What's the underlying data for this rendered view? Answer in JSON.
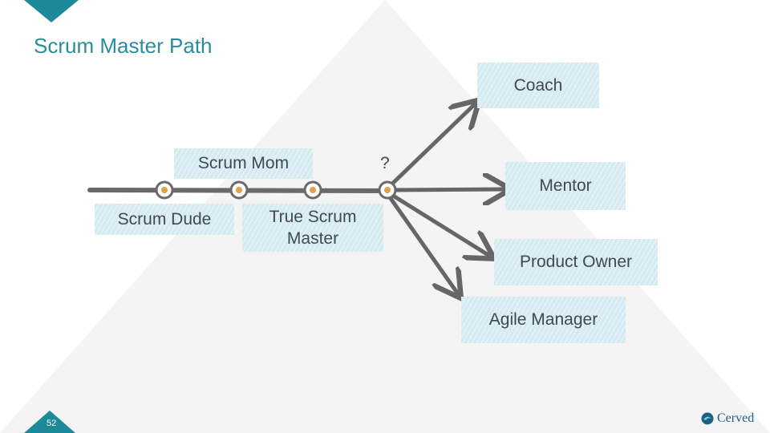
{
  "slide": {
    "title": "Scrum Master Path",
    "page_number": "52",
    "question_mark": "?"
  },
  "nodes": {
    "scrum_mom": "Scrum Mom",
    "scrum_dude": "Scrum Dude",
    "true_scrum_master": "True Scrum\nMaster",
    "coach": "Coach",
    "mentor": "Mentor",
    "product_owner": "Product Owner",
    "agile_manager": "Agile Manager"
  },
  "logo": {
    "name": "Cerved",
    "icon": "cerved-logo-icon"
  },
  "colors": {
    "accent": "#2a8c9e",
    "node_fill": "#d6ebf1",
    "arrow": "#666666",
    "milestone": "#e0a24a",
    "background_shape": "#f4f4f4"
  }
}
